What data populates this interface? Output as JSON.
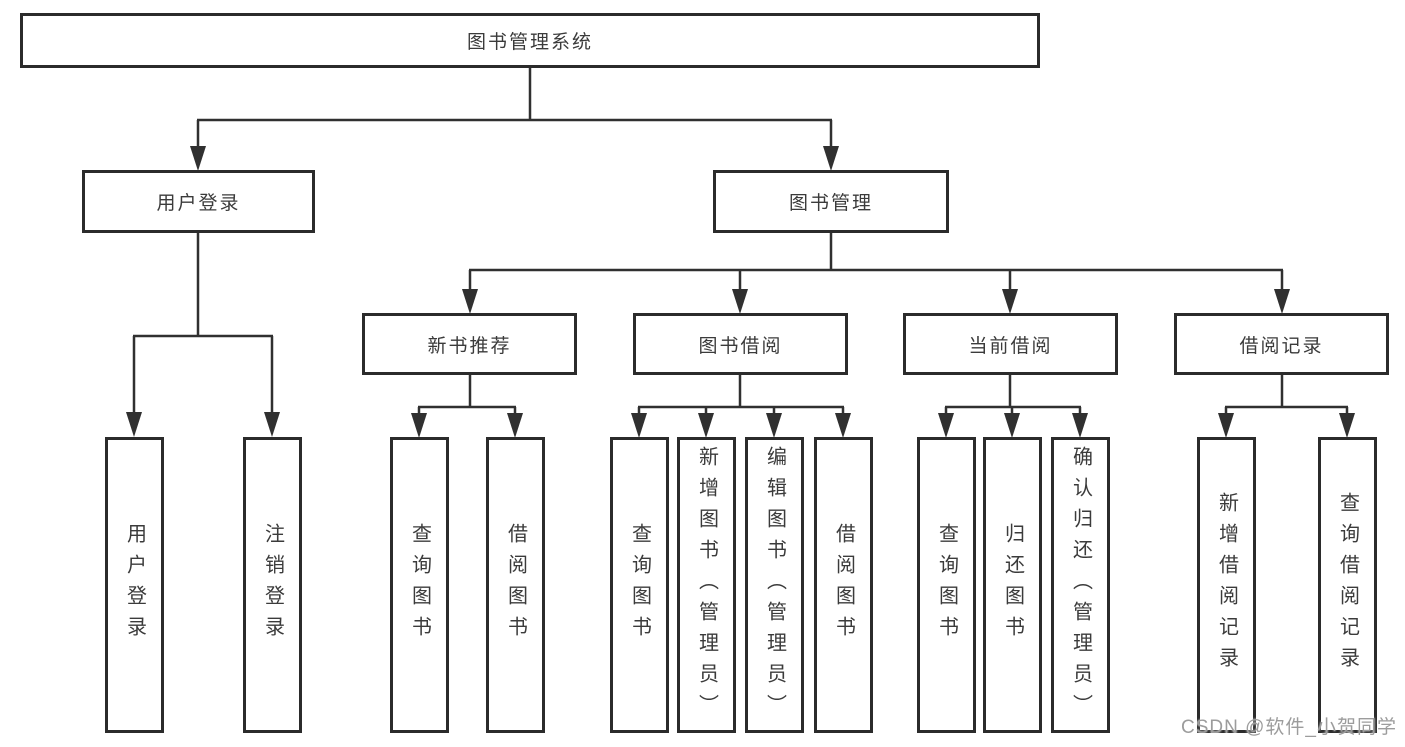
{
  "diagram": {
    "root": {
      "label": "图书管理系统"
    },
    "level1": [
      {
        "label": "用户登录"
      },
      {
        "label": "图书管理"
      }
    ],
    "level2": [
      {
        "label": "新书推荐"
      },
      {
        "label": "图书借阅"
      },
      {
        "label": "当前借阅"
      },
      {
        "label": "借阅记录"
      }
    ],
    "leaves": [
      {
        "label": "用户登录"
      },
      {
        "label": "注销登录"
      },
      {
        "label": "查询图书"
      },
      {
        "label": "借阅图书"
      },
      {
        "label": "查询图书"
      },
      {
        "label": "新增图书（管理员）"
      },
      {
        "label": "编辑图书（管理员）"
      },
      {
        "label": "借阅图书"
      },
      {
        "label": "查询图书"
      },
      {
        "label": "归还图书"
      },
      {
        "label": "确认归还（管理员）"
      },
      {
        "label": "新增借阅记录"
      },
      {
        "label": "查询借阅记录"
      }
    ],
    "watermark": "CSDN @软件_小贺同学",
    "colors": {
      "line": "#303030",
      "box_border": "#2b2b2b",
      "text": "#3b3b3b",
      "watermark": "#9c9c9c",
      "background": "#ffffff"
    }
  }
}
